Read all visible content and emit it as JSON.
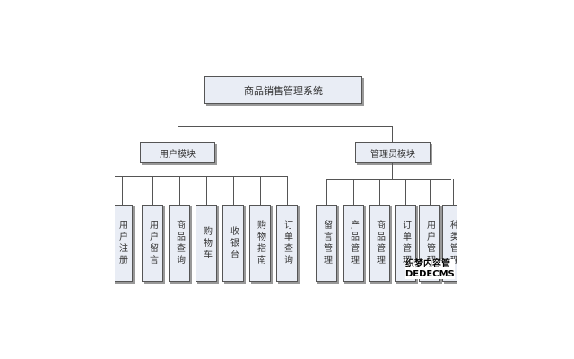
{
  "root": "商品销售管理系统",
  "left": {
    "title": "用户模块",
    "items": [
      "用户注册",
      "用户留言",
      "商品查询",
      "购物车",
      "收银台",
      "购物指南",
      "订单查询"
    ]
  },
  "right": {
    "title": "管理员模块",
    "items": [
      "留言管理",
      "产品管理",
      "商品管理",
      "订单管理",
      "用户管理",
      "种类管理"
    ]
  },
  "watermark": {
    "line1": "织梦内容管",
    "line2": "DEDECMS"
  }
}
